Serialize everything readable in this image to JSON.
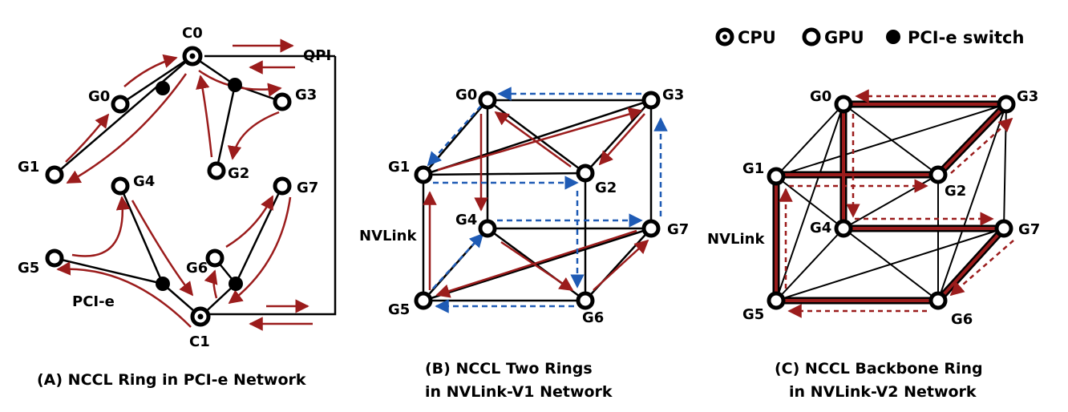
{
  "colors": {
    "red": "#9b1c1c",
    "blue": "#1f5bb5",
    "black": "#000000"
  },
  "legend": {
    "cpu": "CPU",
    "gpu": "GPU",
    "switch": "PCI-e switch"
  },
  "panel_a": {
    "caption": "(A) NCCL Ring in PCI-e Network",
    "qpi": "QPI",
    "pcie": "PCI-e",
    "nodes": {
      "C0": "C0",
      "C1": "C1",
      "G0": "G0",
      "G1": "G1",
      "G2": "G2",
      "G3": "G3",
      "G4": "G4",
      "G5": "G5",
      "G6": "G6",
      "G7": "G7"
    }
  },
  "panel_b": {
    "caption_line1": "(B) NCCL Two Rings",
    "caption_line2": "in NVLink-V1 Network",
    "nvlink": "NVLink",
    "nodes": {
      "G0": "G0",
      "G1": "G1",
      "G2": "G2",
      "G3": "G3",
      "G4": "G4",
      "G5": "G5",
      "G6": "G6",
      "G7": "G7"
    }
  },
  "panel_c": {
    "caption_line1": "(C) NCCL Backbone Ring",
    "caption_line2": "in NVLink-V2 Network",
    "nvlink": "NVLink",
    "nodes": {
      "G0": "G0",
      "G1": "G1",
      "G2": "G2",
      "G3": "G3",
      "G4": "G4",
      "G5": "G5",
      "G6": "G6",
      "G7": "G7"
    }
  }
}
